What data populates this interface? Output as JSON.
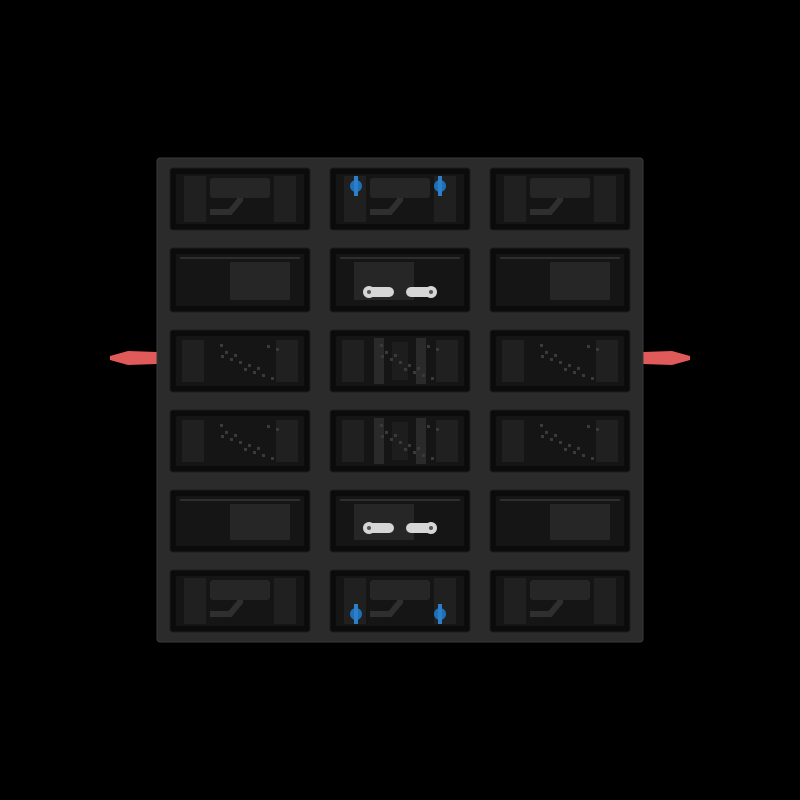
{
  "subject": {
    "kind": "led-display-cabinet-rear-view",
    "grid_rows": 6,
    "grid_cols": 3
  },
  "colors": {
    "background": "#000000",
    "cabinet_frame": "#2b2b2b",
    "cabinet_edge": "#3a3a3a",
    "cell_recess": "#0b0b0b",
    "cell_inner": "#151515",
    "cell_panel": "#262626",
    "cell_wall": "#202020",
    "latch_metal": "#d6d6d6",
    "lock_pin_blue": "#1d6fb8",
    "side_tab_red": "#e05a5a"
  },
  "icons": {
    "latch": "latch-icon",
    "lock_pin": "lock-pin-icon",
    "side_tab": "side-tab-icon"
  }
}
